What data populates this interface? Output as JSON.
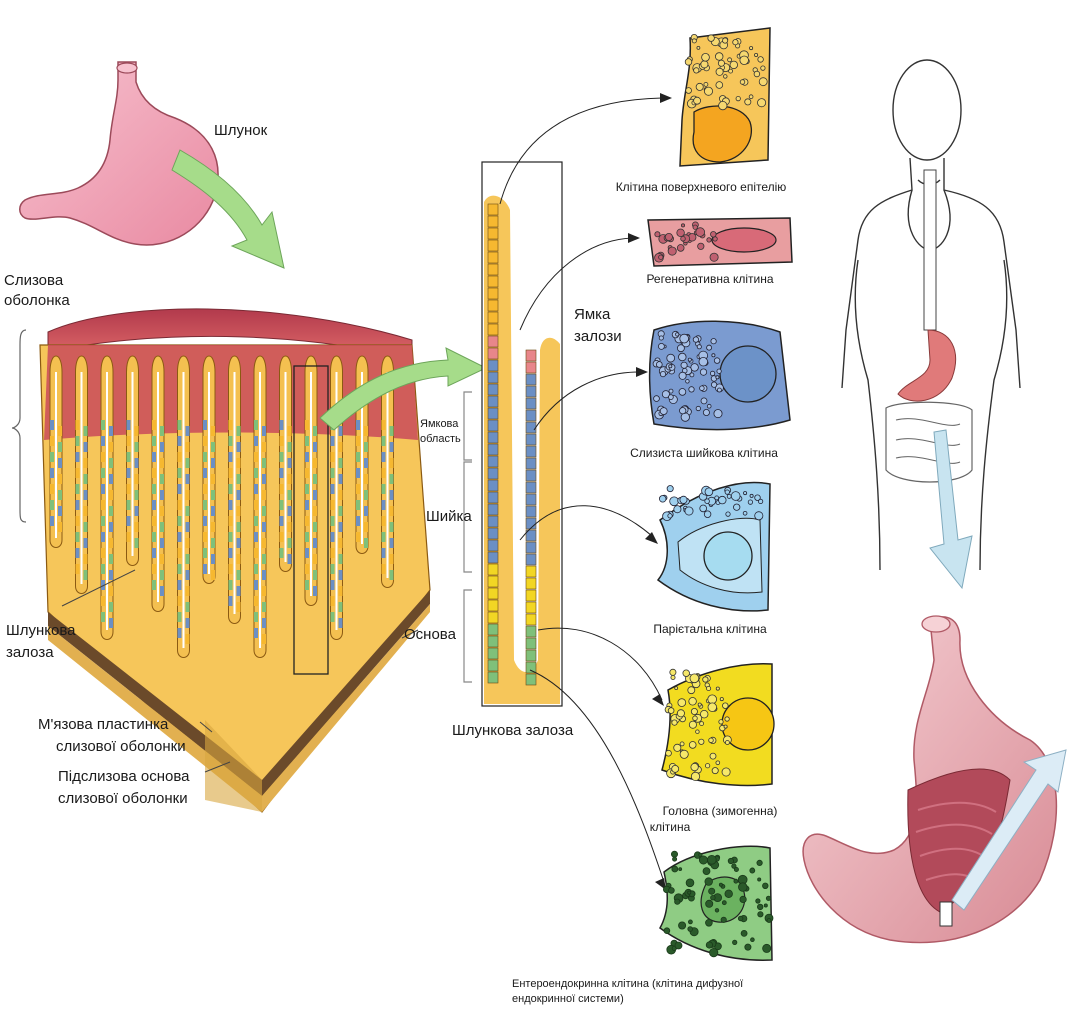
{
  "labels": {
    "stomach": "Шлунок",
    "mucosa_line1": "Слизова",
    "mucosa_line2": "оболонка",
    "gastric_gland_line1": "Шлункова",
    "gastric_gland_line2": "залоза",
    "muscularis_line1": "М'язова пластинка",
    "muscularis_line2": "слизової оболонки",
    "submucosa_line1": "Підслизова основа",
    "submucosa_line2": "слизової оболонки",
    "pit_region_line1": "Ямкова",
    "pit_region_line2": "область",
    "neck": "Шийка",
    "base": "Основа",
    "gland_pit_line1": "Ямка",
    "gland_pit_line2": "залози",
    "gastric_gland_caption": "Шлункова залоза"
  },
  "cells": {
    "surface_epithelium": "Клітина поверхневого епітелію",
    "regenerative": "Регенеративна клітина",
    "mucous_neck": "Слизиста шийкова клітина",
    "parietal": "Парієтальна клітина",
    "chief_line1": "Головна (зимогенна)",
    "chief_line2": "клітина",
    "enteroendocrine_line1": "Ентероендокринна клітина (клітина дифузної",
    "enteroendocrine_line2": "ендокринної системи)"
  },
  "colors": {
    "stomach_pink": "#f2a6b8",
    "mucosa_red": "#c94a5a",
    "tissue_yellow": "#f4c050",
    "cell_blue": "#6b8fc4",
    "cell_light_blue": "#8fc4e6",
    "cell_green": "#7fc07a",
    "cell_yellow": "#f2d624",
    "cell_orange": "#f6b830",
    "arrow_green": "#8fd07a",
    "arrow_light_blue": "#c8e4f0"
  }
}
